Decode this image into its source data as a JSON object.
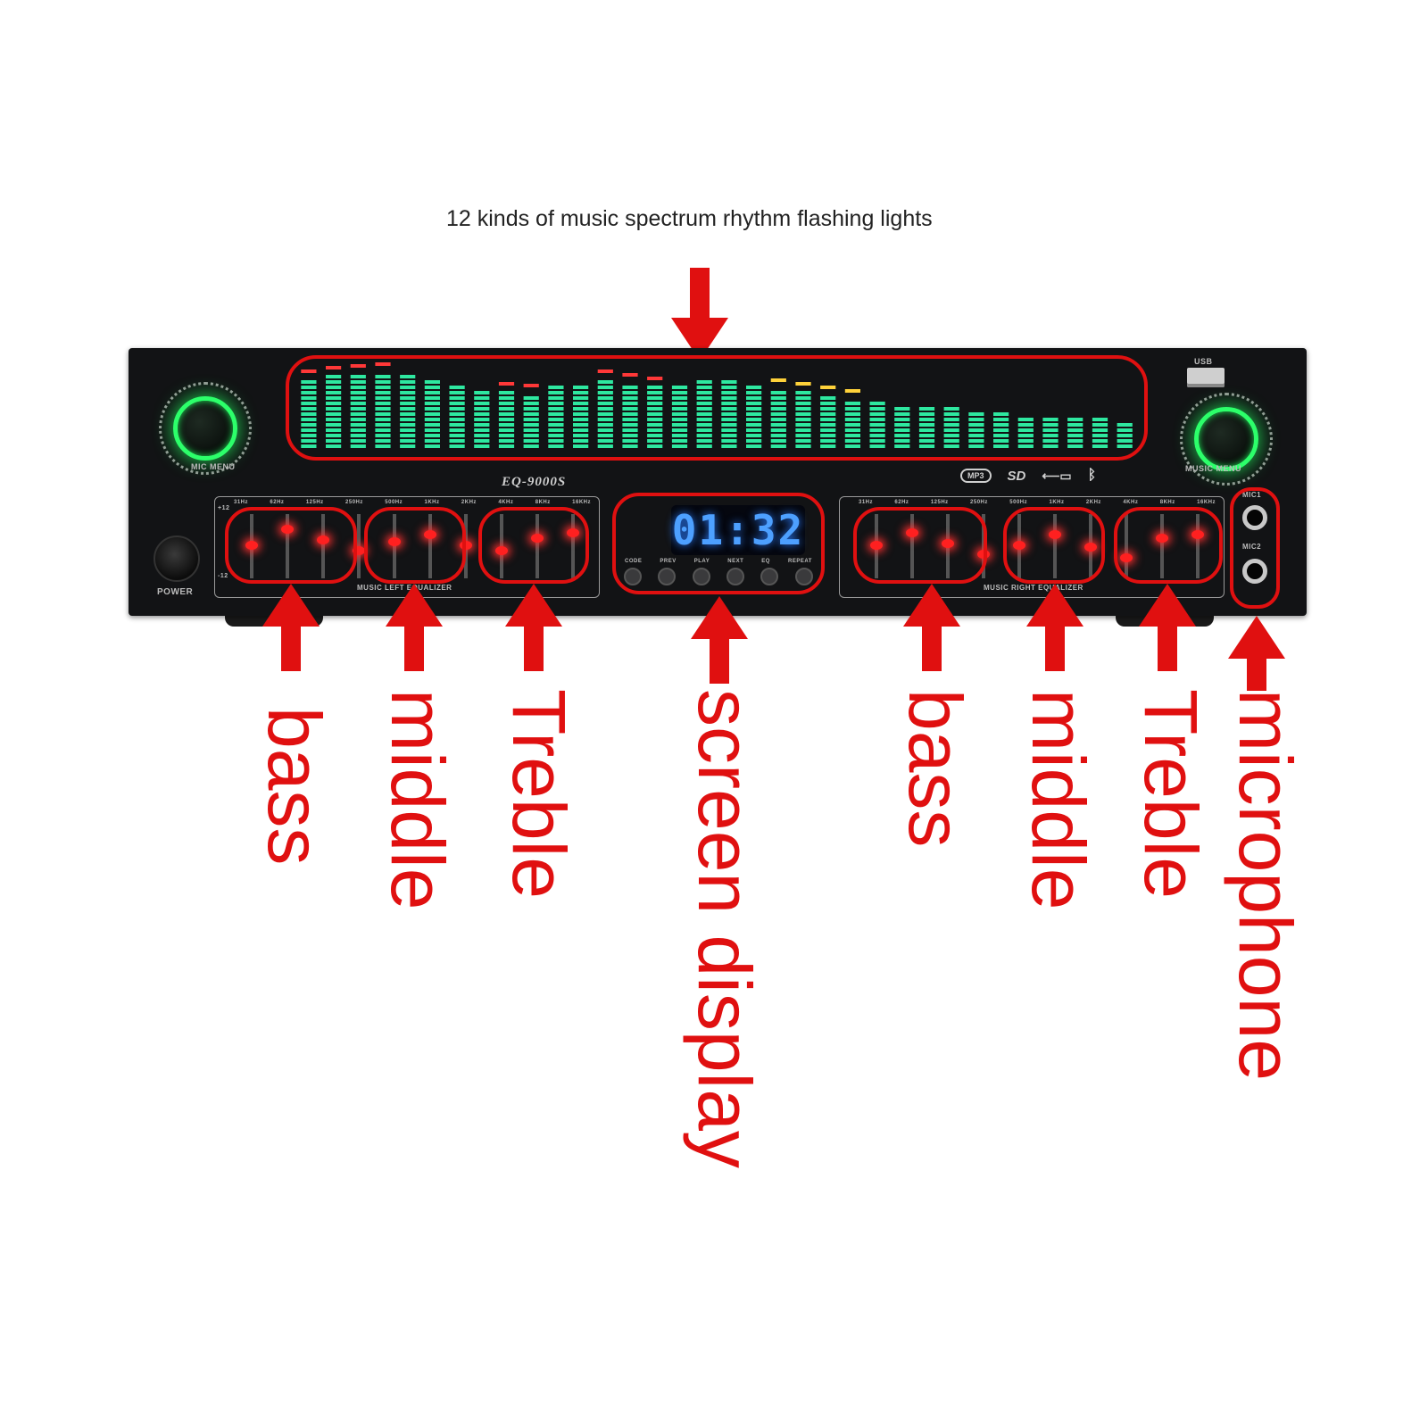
{
  "caption": "12 kinds of music spectrum rhythm flashing lights",
  "device": {
    "model": "EQ-9000S",
    "mic_menu_label": "MIC MENU",
    "music_menu_label": "MUSIC MENU",
    "usb_label": "USB",
    "power_label": "POWER",
    "left_eq_label": "MUSIC LEFT EQUALIZER",
    "right_eq_label": "MUSIC RIGHT EQUALIZER",
    "mic1_label": "MIC1",
    "mic2_label": "MIC2",
    "db_top": "+12",
    "db_bottom": "-12",
    "media_icons": [
      "MP3",
      "SD",
      "USB",
      "bluetooth"
    ],
    "left_freqs": [
      "31Hz",
      "62Hz",
      "125Hz",
      "250Hz",
      "500Hz",
      "1KHz",
      "2KHz",
      "4KHz",
      "8KHz",
      "16KHz"
    ],
    "right_freqs": [
      "31Hz",
      "62Hz",
      "125Hz",
      "250Hz",
      "500Hz",
      "1KHz",
      "2KHz",
      "4KHz",
      "8KHz",
      "16KHz"
    ]
  },
  "display": {
    "time": "01:32",
    "buttons": [
      "CODE",
      "PREV",
      "PLAY",
      "NEXT",
      "EQ",
      "REPEAT"
    ]
  },
  "callouts": {
    "bass_left": "bass",
    "middle_left": "middle",
    "treble_left": "Treble",
    "screen": "screen display",
    "bass_right": "bass",
    "middle_right": "middle",
    "treble_right": "Treble",
    "microphone": "microphone"
  },
  "colors": {
    "callout_red": "#e01010",
    "spectrum_green": "#2ee8a0",
    "lcd_blue": "#4da0ff",
    "knob_green": "#2cff6a"
  }
}
